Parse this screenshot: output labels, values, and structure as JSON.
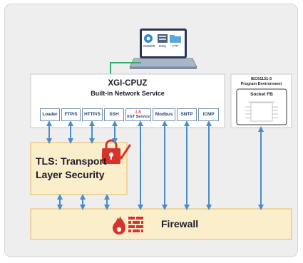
{
  "title_line1": "XGI-CPUZ",
  "title_line2": "Built-in Network Service",
  "laptop_icons": [
    "XG5000",
    "ESQ",
    "FTP"
  ],
  "protocols": [
    "Loader",
    "FTP/S",
    "HTTP/S",
    "SSH",
    "XGT Service",
    "Modbus",
    "SNTP",
    "ICMP"
  ],
  "xgt_logo": "LS",
  "iec": {
    "title_line1": "IEC61131-3",
    "title_line2": "Program Environment",
    "socket_label": "Socket FB"
  },
  "tls": {
    "line1": "TLS: Transport",
    "line2": "Layer Security"
  },
  "firewall_label": "Firewall",
  "colors": {
    "panel_bg": "#eeeeef",
    "box_bg": "#fbeecb",
    "box_border": "#e7c577",
    "arrow": "#4c8cc9",
    "brand_red": "#d8332b",
    "cable_green": "#2fae6a"
  }
}
